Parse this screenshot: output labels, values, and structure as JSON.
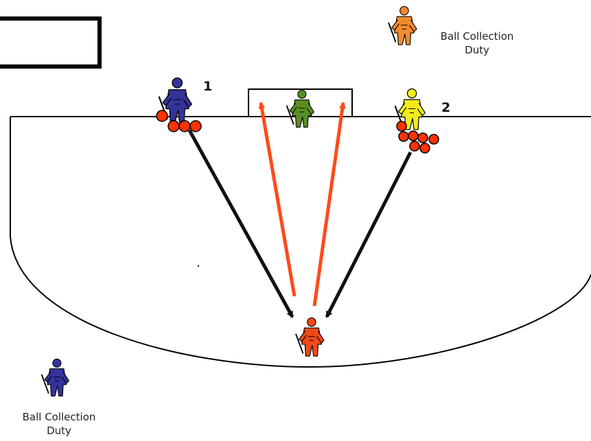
{
  "labels": {
    "duty_top_line1": "Ball Collection",
    "duty_top_line2": "Duty",
    "duty_bottom_line1": "Ball Collection",
    "duty_bottom_line2": "Duty",
    "number_1": "1",
    "number_2": "2",
    "dot": "."
  },
  "players": [
    {
      "role": "ball-collector-top",
      "color": "#f08a2e"
    },
    {
      "role": "server-1",
      "color": "#33339a"
    },
    {
      "role": "goalkeeper",
      "color": "#5a8f22"
    },
    {
      "role": "server-2",
      "color": "#f2ec1a"
    },
    {
      "role": "target-player",
      "color": "#f04a18"
    },
    {
      "role": "ball-collector-bottom",
      "color": "#33339a"
    }
  ],
  "colors": {
    "ball": "#ff3300",
    "pass_arrow": "#111111",
    "shot_arrow": "#ff4a1a",
    "line": "#000000"
  },
  "icons": [
    "goalkeeper-figure-icon",
    "ball-icon",
    "arrow-icon"
  ]
}
